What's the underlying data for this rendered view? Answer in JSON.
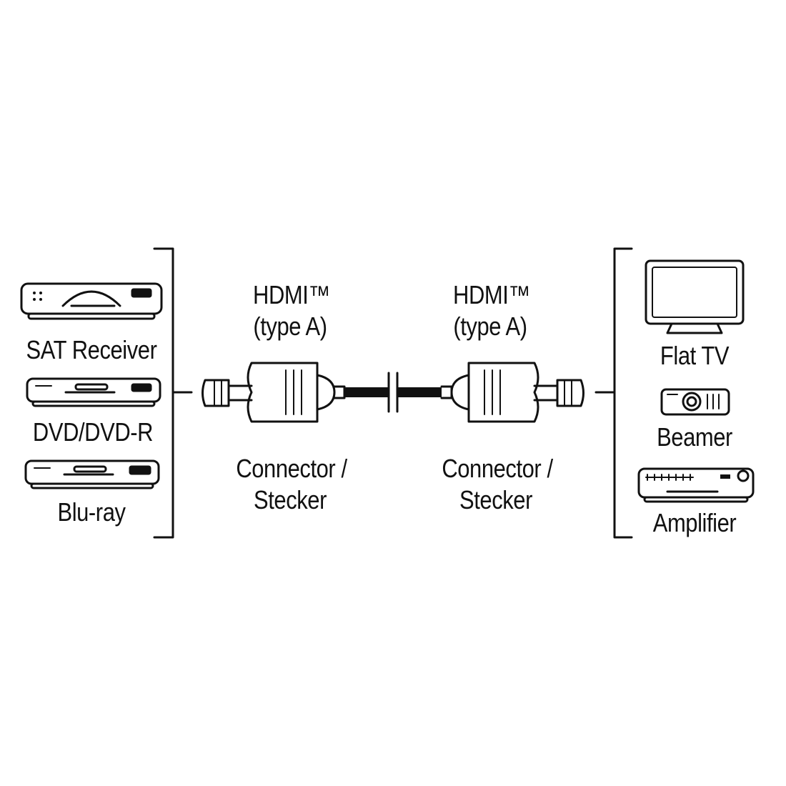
{
  "source_devices": [
    {
      "label": "SAT Receiver",
      "icon": "sat-receiver-icon"
    },
    {
      "label": "DVD/DVD-R",
      "icon": "dvd-player-icon"
    },
    {
      "label": "Blu-ray",
      "icon": "bluray-player-icon"
    }
  ],
  "target_devices": [
    {
      "label": "Flat TV",
      "icon": "flat-tv-icon"
    },
    {
      "label": "Beamer",
      "icon": "projector-icon"
    },
    {
      "label": "Amplifier",
      "icon": "amplifier-icon"
    }
  ],
  "left_connector": {
    "type_line1": "HDMI™",
    "type_line2": "(type A)",
    "name_line1": "Connector /",
    "name_line2": "Stecker"
  },
  "right_connector": {
    "type_line1": "HDMI™",
    "type_line2": "(type A)",
    "name_line1": "Connector /",
    "name_line2": "Stecker"
  },
  "colors": {
    "line": "#111111",
    "background": "#ffffff"
  }
}
